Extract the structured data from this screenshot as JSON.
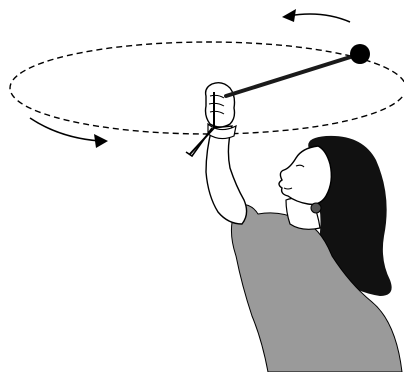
{
  "colors": {
    "background": "#ffffff",
    "ink": "#000000",
    "hair": "#111111",
    "shirt": "#9a9a9a",
    "skin": "#ffffff",
    "string": "#1a1a1a",
    "shading": "#555555"
  },
  "icons": {
    "orbit": "dashed-ellipse",
    "motion_arrows": [
      "curved-arrow-left",
      "curved-arrow-right"
    ],
    "ball": "filled-circle"
  }
}
